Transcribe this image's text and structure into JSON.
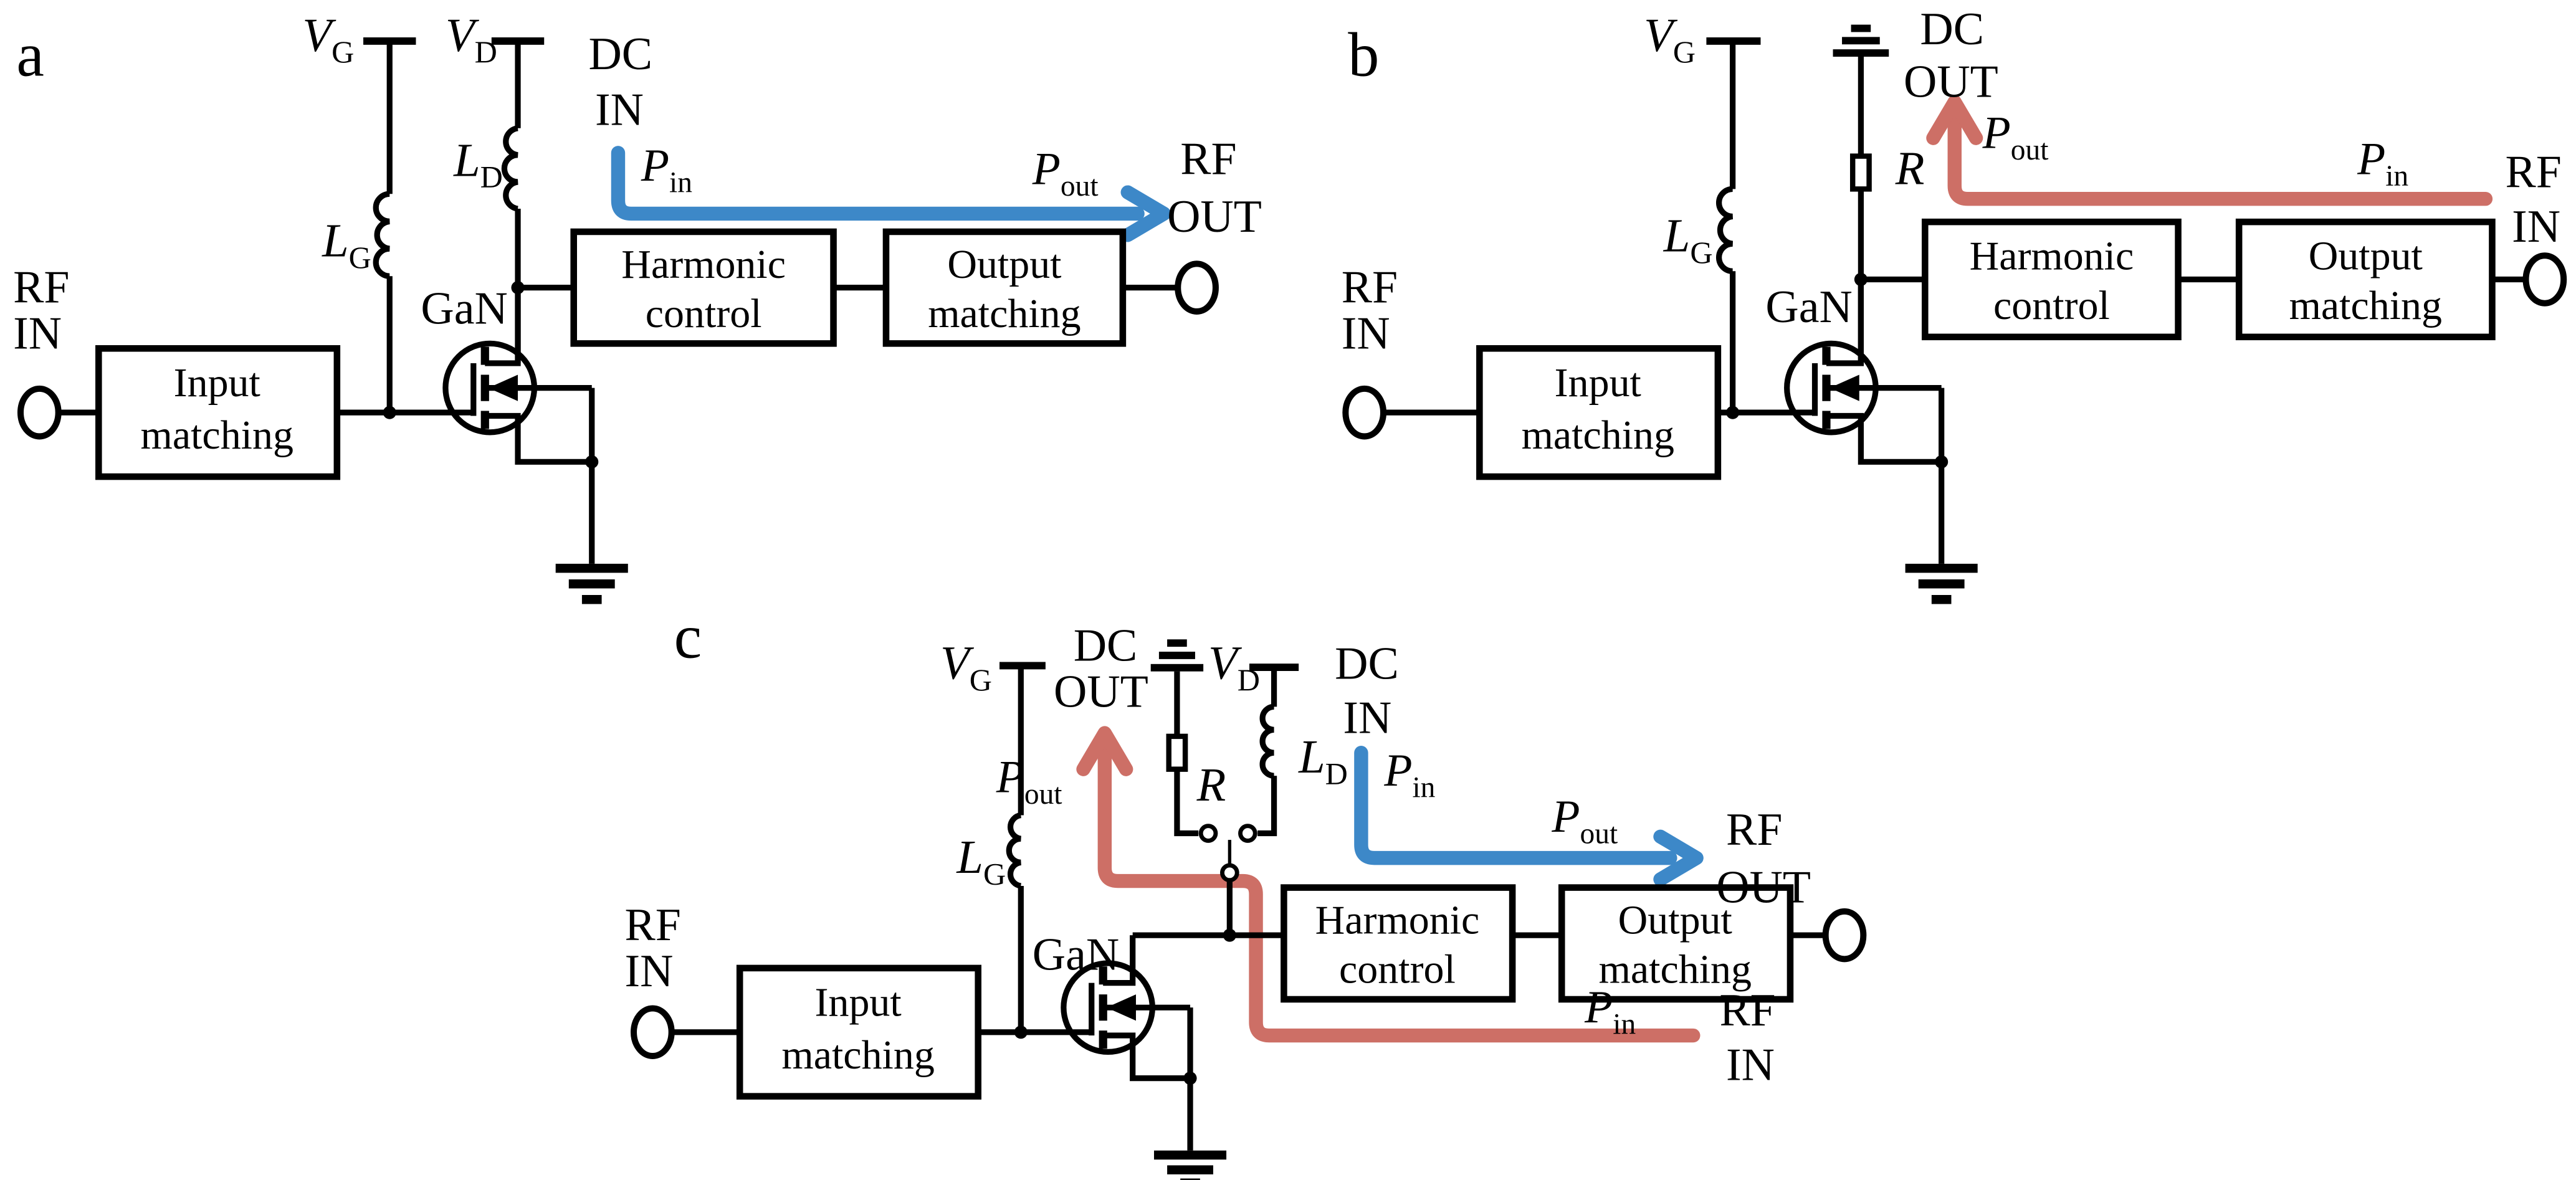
{
  "figure": {
    "background": "#ffffff",
    "colors": {
      "ink": "#000000",
      "blue_text": "#1b72bb",
      "blue_flow": "#3d88c8",
      "red_text": "#bf4e48",
      "red_flow": "#cd6f66"
    },
    "panel_tags": {
      "a": "a",
      "b": "b",
      "c": "c"
    },
    "terms": {
      "v": "V",
      "sub_g": "G",
      "sub_d": "D",
      "l": "L",
      "r": "R",
      "gan": "GaN",
      "rf": "RF",
      "in": "IN",
      "out": "OUT",
      "dc": "DC",
      "p": "P",
      "sub_in": "in",
      "sub_out": "out"
    },
    "blocks": {
      "input_line1": "Input",
      "input_line2": "matching",
      "harmonic_line1": "Harmonic",
      "harmonic_line2": "control",
      "output_line1": "Output",
      "output_line2": "matching"
    }
  }
}
